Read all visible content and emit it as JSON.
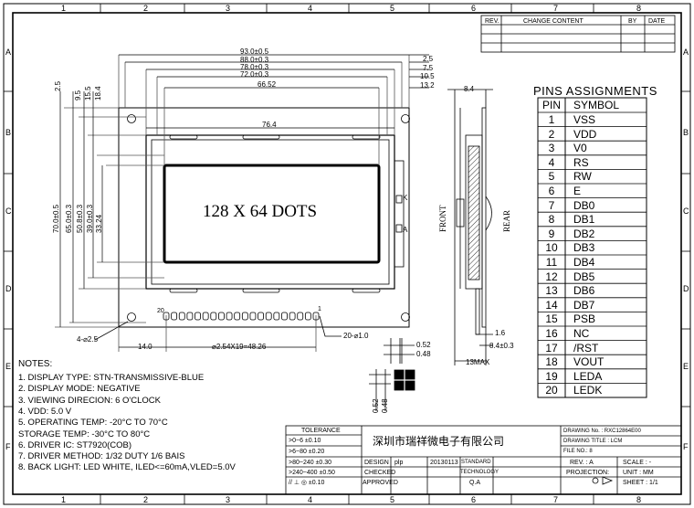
{
  "frame": {
    "col_labels": [
      "1",
      "2",
      "3",
      "4",
      "5",
      "6",
      "7",
      "8"
    ],
    "row_labels": [
      "A",
      "B",
      "C",
      "D",
      "E",
      "F"
    ]
  },
  "revision_table": {
    "headers": [
      "REV.",
      "CHANGE CONTENT",
      "BY",
      "DATE"
    ]
  },
  "front_view": {
    "display_label": "128 X 64 DOTS",
    "dims_top": [
      "93.0±0.5",
      "88.0±0.3",
      "78.0±0.3",
      "72.0±0.3",
      "66.52"
    ],
    "dims_right": [
      "2.5",
      "7.5",
      "10.5",
      "13.2"
    ],
    "dims_left_top": [
      "2.5",
      "9.5",
      "15.5",
      "18.4"
    ],
    "dims_left": [
      "70.0±0.5",
      "65.0±0.3",
      "50.8±0.3",
      "39.0±0.3",
      "33.24"
    ],
    "dim_76": "76.4",
    "hole_label": "4-⌀2.5",
    "pin_label": "20-⌀1.0",
    "dim_14": "14.0",
    "pitch_label": "⌀2.54X19=48.26",
    "pin20": "20",
    "pin1": "1",
    "k_label": "K",
    "a_label": "A"
  },
  "side_view": {
    "front": "FRONT",
    "rear": "REAR",
    "dim_top": "8.4",
    "dim_16": "1.6",
    "dim_84": "8.4±0.3",
    "dim_13": "13MAX"
  },
  "pixel_detail": {
    "d1": "0.52",
    "d2": "0.48",
    "d3": "0.52",
    "d4": "0.48"
  },
  "pins": {
    "title": "PINS ASSIGNMENTS",
    "headers": [
      "PIN",
      "SYMBOL"
    ],
    "rows": [
      [
        "1",
        "VSS"
      ],
      [
        "2",
        "VDD"
      ],
      [
        "3",
        "V0"
      ],
      [
        "4",
        "RS"
      ],
      [
        "5",
        "RW"
      ],
      [
        "6",
        "E"
      ],
      [
        "7",
        "DB0"
      ],
      [
        "8",
        "DB1"
      ],
      [
        "9",
        "DB2"
      ],
      [
        "10",
        "DB3"
      ],
      [
        "11",
        "DB4"
      ],
      [
        "12",
        "DB5"
      ],
      [
        "13",
        "DB6"
      ],
      [
        "14",
        "DB7"
      ],
      [
        "15",
        "PSB"
      ],
      [
        "16",
        "NC"
      ],
      [
        "17",
        "/RST"
      ],
      [
        "18",
        "VOUT"
      ],
      [
        "19",
        "LEDA"
      ],
      [
        "20",
        "LEDK"
      ]
    ]
  },
  "notes": {
    "title": "NOTES:",
    "items": [
      "1. DISPLAY TYPE: STN-TRANSMISSIVE-BLUE",
      "2. DISPLAY MODE: NEGATIVE",
      "3. VIEWING DIRECION:  6 O'CLOCK",
      "4. VDD: 5.0  V",
      "5. OPERATING TEMP: -20°C TO 70°C",
      "    STORAGE TEMP: -30°C TO 80°C",
      "6. DRIVER IC:   ST7920(COB)",
      "7. DRIVER METHOD: 1/32 DUTY   1/6 BAIS",
      "8. BACK LIGHT: LED WHITE, ILED<=60mA,VLED=5.0V"
    ]
  },
  "title_block": {
    "tolerance": "TOLERANCE",
    "tol_rows": [
      ">0~6   ±0.10",
      ">6~80  ±0.20",
      ">80~240  ±0.30",
      ">240~400  ±0.50",
      "// ⊥ ◎ ±0.10"
    ],
    "company": "深圳市瑞祥微电子有限公司",
    "design": "DESIGN",
    "design_val": "plp",
    "date": "20130113",
    "standard": "STANDARD",
    "checked": "CHECKED",
    "technology": "TECHNOLOGY",
    "approved": "APPROVED",
    "qa": "Q.A",
    "drawing_no": "DRAWING No. :  RXC12864E00",
    "drawing_title": "DRAWING TITLE :  LCM",
    "file_no": "FILE NO.: 8",
    "rev": "REV. :   A",
    "scale": "SCALE :  -",
    "projection": "PROJECTION:",
    "unit": "UNIT :  MM",
    "sheet": "SHEET :  1/1"
  }
}
